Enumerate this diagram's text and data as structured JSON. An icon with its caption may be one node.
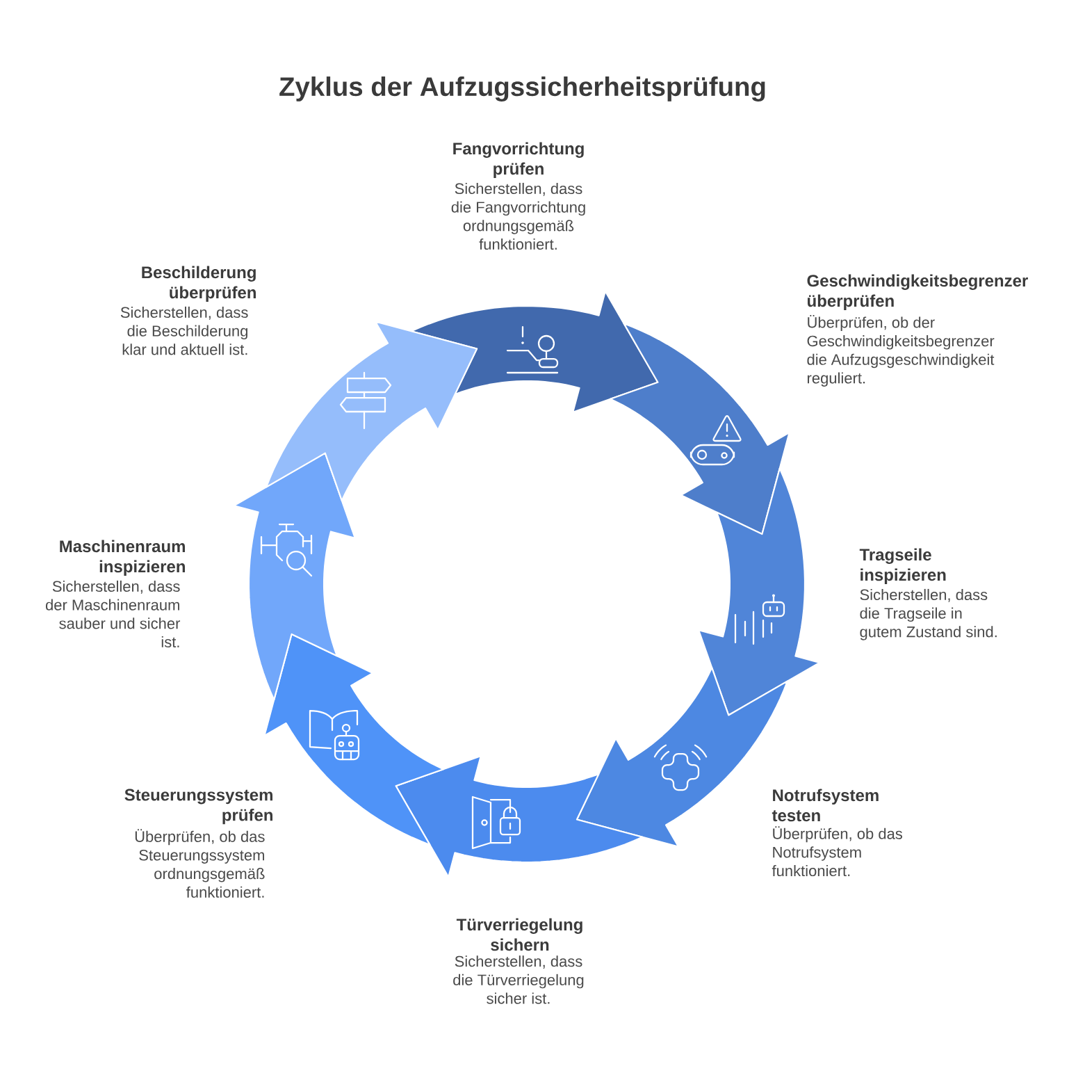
{
  "diagram": {
    "title": "Zyklus der Aufzugssicherheitsprüfung",
    "nodes": [
      {
        "text": [
          "Fangvorrichtung prüfen",
          "Sicherstellen, dass die Fangvorrichtung ordnungsgemäß funktioniert."
        ]
      },
      {
        "text": [
          "Geschwindigkeitsbegrenzer überprüfen",
          "Überprüfen, ob der Geschwindigkeitsbegrenzer die Aufzugsgeschwindigkeit reguliert."
        ]
      },
      {
        "text": [
          "Tragseile inspizieren",
          "Sicherstellen, dass die Tragseile in gutem Zustand sind."
        ]
      },
      {
        "text": [
          "Notrufsystem testen",
          "Überprüfen, ob das Notrufsystem funktioniert."
        ]
      },
      {
        "text": [
          "Türverriegelung sichern",
          "Sicherstellen, dass die Türverriegelung sicher ist."
        ]
      },
      {
        "text": [
          "Steuerungssystem prüfen",
          "Überprüfen, ob das Steuerungssystem ordnungsgemäß funktioniert."
        ]
      },
      {
        "text": [
          "Maschinenraum inspizieren",
          "Sicherstellen, dass der Maschinenraum sauber und sicher ist."
        ]
      },
      {
        "text": [
          "Beschilderung überprüfen",
          "Sicherstellen, dass die Beschilderung klar und aktuell ist."
        ]
      }
    ]
  }
}
